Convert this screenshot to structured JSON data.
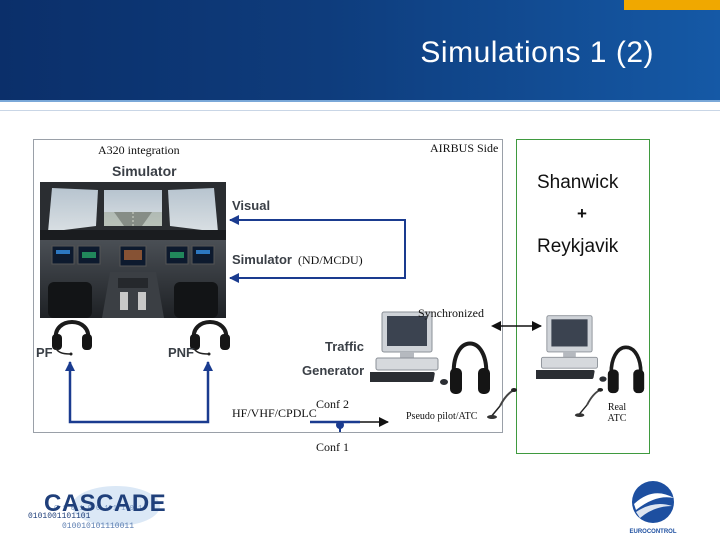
{
  "header": {
    "title": "Simulations 1 (2)"
  },
  "diagram": {
    "a320_integration": "A320 integration",
    "airbus_side": "AIRBUS Side",
    "simulator_heading": "Simulator",
    "visual": "Visual",
    "simulator_link": "Simulator",
    "nd_mcdu": "(ND/MCDU)",
    "synchronized": "Synchronized",
    "pf": "PF",
    "pnf": "PNF",
    "traffic": "Traffic",
    "generator": "Generator",
    "hf_vhf_cpdlc": "HF/VHF/CPDLC",
    "conf2": "Conf 2",
    "conf1": "Conf 1",
    "pseudo_pilot": "Pseudo pilot/ATC",
    "real_atc": "Real ATC",
    "shanwick": "Shanwick",
    "plus": "+",
    "reykjavik": "Reykjavik"
  },
  "logos": {
    "cascade": "CASCADE",
    "eurocontrol": "EUROCONTROL"
  },
  "colors": {
    "header_dark": "#0b2f6a",
    "header_light": "#1559a6",
    "accent_orange": "#f0a800",
    "atc_border_green": "#3f9a3f",
    "arrow_blue": "#1a3b8f"
  },
  "icons": [
    "headset-icon",
    "computer-icon",
    "microphone-icon",
    "cockpit-photo"
  ]
}
